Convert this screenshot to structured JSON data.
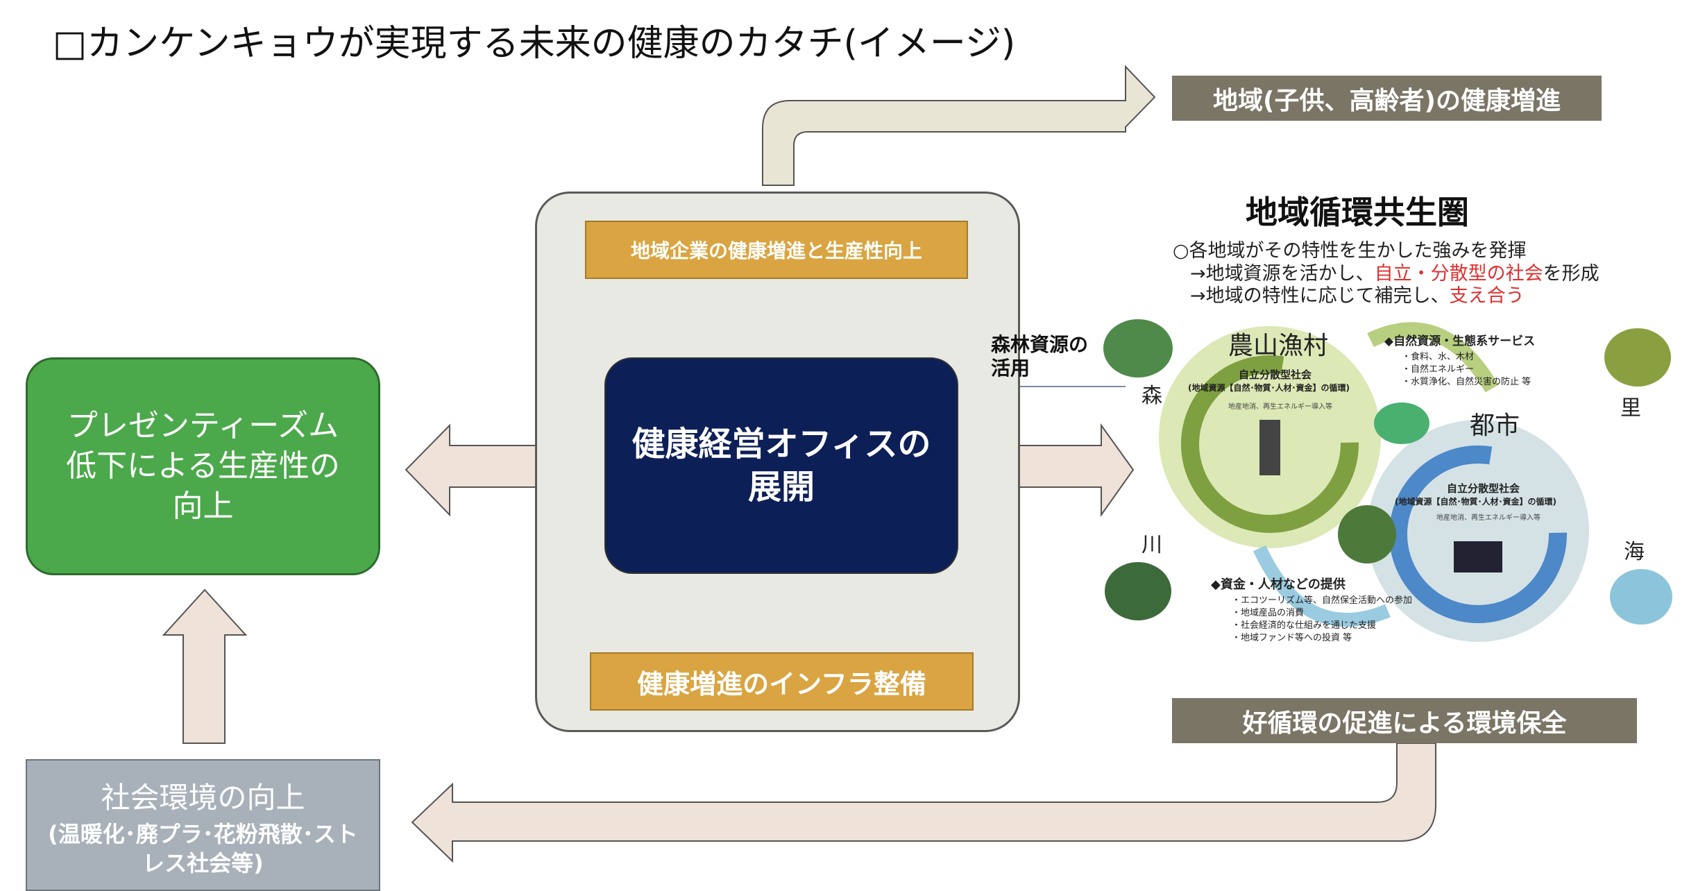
{
  "title": "□カンケンキョウが実現する未来の健康のカタチ(イメージ)",
  "top_label": "地域(子供、高齢者)の健康増進",
  "bottom_label": "好循環の促進による環境保全",
  "center": {
    "top_box": "地域企業の健康増進と生産性向上",
    "main_box": [
      "健康経営オフィスの",
      "展開"
    ],
    "bottom_box": "健康増進のインフラ整備"
  },
  "green_box": [
    "プレゼンティーズム",
    "低下による生産性の",
    "向上"
  ],
  "gray_box": {
    "main": "社会環境の向上",
    "sub": [
      "(温暖化･廃プラ･花粉飛散･スト",
      "レス社会等)"
    ]
  },
  "forest_note": [
    "森林資源の",
    "活用"
  ],
  "colors": {
    "label_bg": "#7b7566",
    "orange": "#d9a441",
    "navy": "#0d1f57",
    "green": "#4ba94b",
    "gray": "#a8b1ba",
    "arrow": "#efe2d8"
  },
  "diagram": {
    "title": "地域循環共生圏",
    "line1": "○各地域がその特性を生かした強みを発揮",
    "line2a": "→地域資源を活かし、",
    "line2b": "自立・分散型の社会",
    "line2c": "を形成",
    "line3a": "→地域の特性に応じて補完し、",
    "line3b": "支え合う",
    "rural": "農山漁村",
    "city": "都市",
    "mori": "森",
    "sato": "里",
    "kawa": "川",
    "umi": "海",
    "society_title": "自立分散型社会",
    "society_sub": "(地域資源【自然･物質･人材･資金】の循環)",
    "society_note": "地産地消、再生エネルギー導入等",
    "nature_head": "◆自然資源・生態系サービス",
    "nature_items": [
      "・食料、水、木材",
      "・自然エネルギー",
      "・水質浄化、自然災害の防止 等"
    ],
    "funds_head": "◆資金・人材などの提供",
    "funds_items": [
      "・エコツーリズム等、自然保全活動への参加",
      "・地域産品の消費",
      "・社会経済的な仕組みを通じた支援",
      "・地域ファンド等への投資 等"
    ]
  }
}
